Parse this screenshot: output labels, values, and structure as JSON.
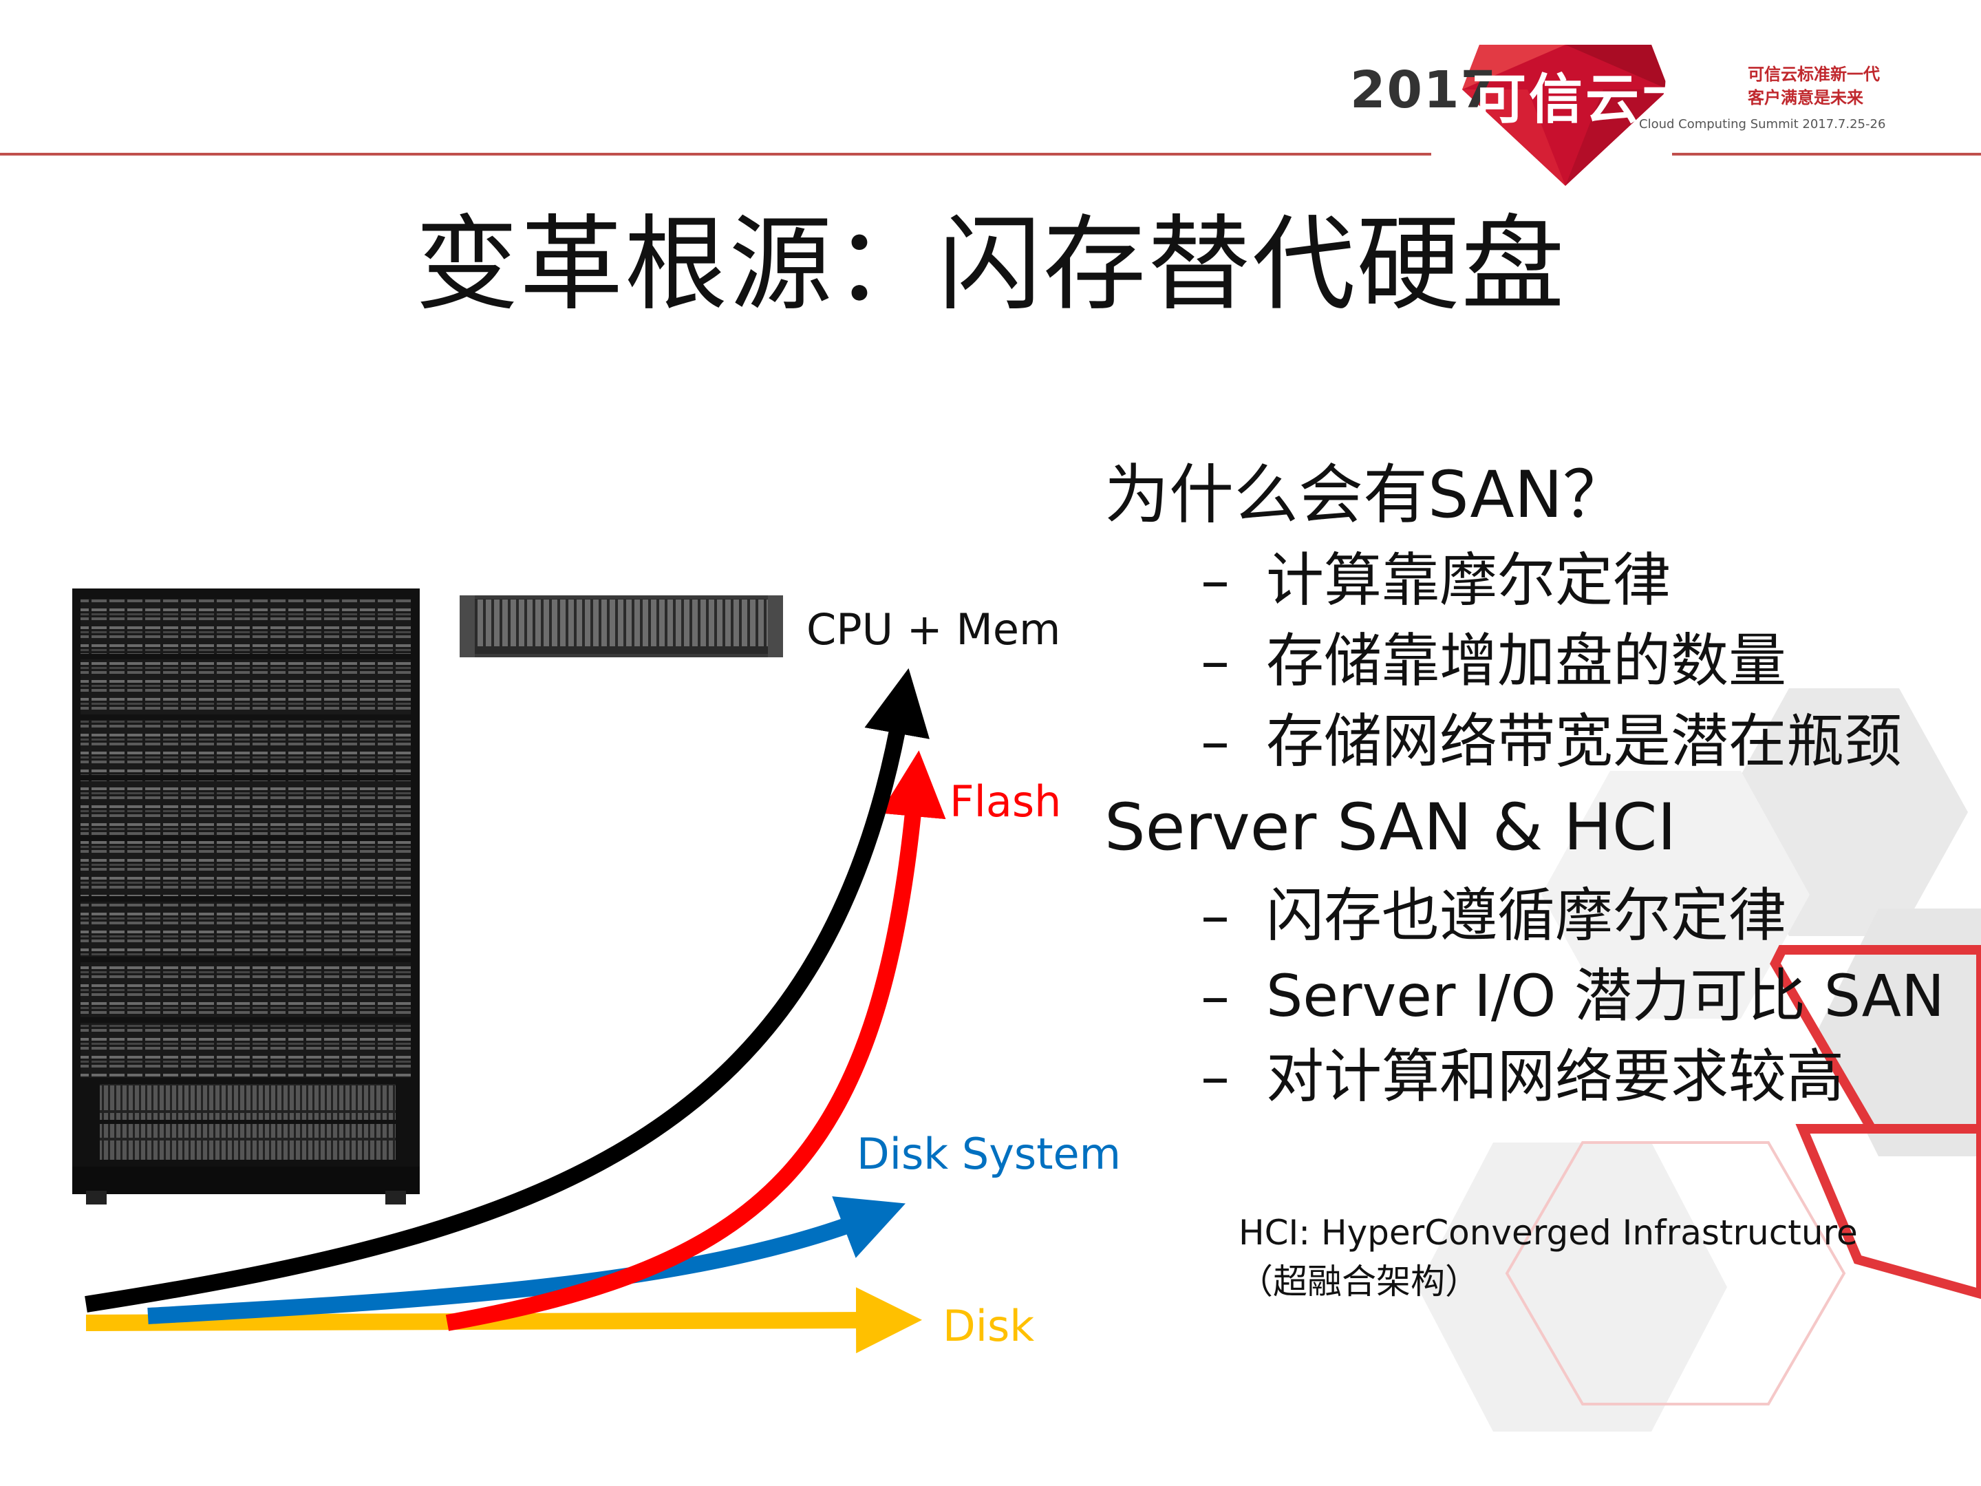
{
  "header": {
    "year": "2017",
    "event_name": "可信云大会",
    "slogan_line1": "可信云标准新一代",
    "slogan_line2": "客户满意是未来",
    "event_subtitle": "Cloud Computing Summit 2017.7.25-26",
    "accent_color": "#c0282d"
  },
  "title": "变革根源：闪存替代硬盘",
  "chart_data": {
    "type": "line",
    "series": [
      {
        "name": "CPU + Mem",
        "color": "#000000"
      },
      {
        "name": "Flash",
        "color": "#ff0000"
      },
      {
        "name": "Disk System",
        "color": "#0070c0"
      },
      {
        "name": "Disk",
        "color": "#ffc000"
      }
    ]
  },
  "points": {
    "heading1": "为什么会有SAN？",
    "group1": [
      {
        "dash": "–",
        "text": "计算靠摩尔定律"
      },
      {
        "dash": "–",
        "text": "存储靠增加盘的数量"
      },
      {
        "dash": "–",
        "text": "存储网络带宽是潜在瓶颈"
      }
    ],
    "heading2": "Server SAN & HCI",
    "group2": [
      {
        "dash": "–",
        "text": "闪存也遵循摩尔定律"
      },
      {
        "dash": "–",
        "text": "Server I/O 潜力可比 SAN"
      },
      {
        "dash": "–",
        "text": "对计算和网络要求较高"
      }
    ]
  },
  "note": {
    "line1": "HCI: HyperConverged Infrastructure",
    "line2": "（超融合架构）"
  },
  "icons": {
    "rack": "storage-rack-icon",
    "server": "server-unit-icon"
  }
}
